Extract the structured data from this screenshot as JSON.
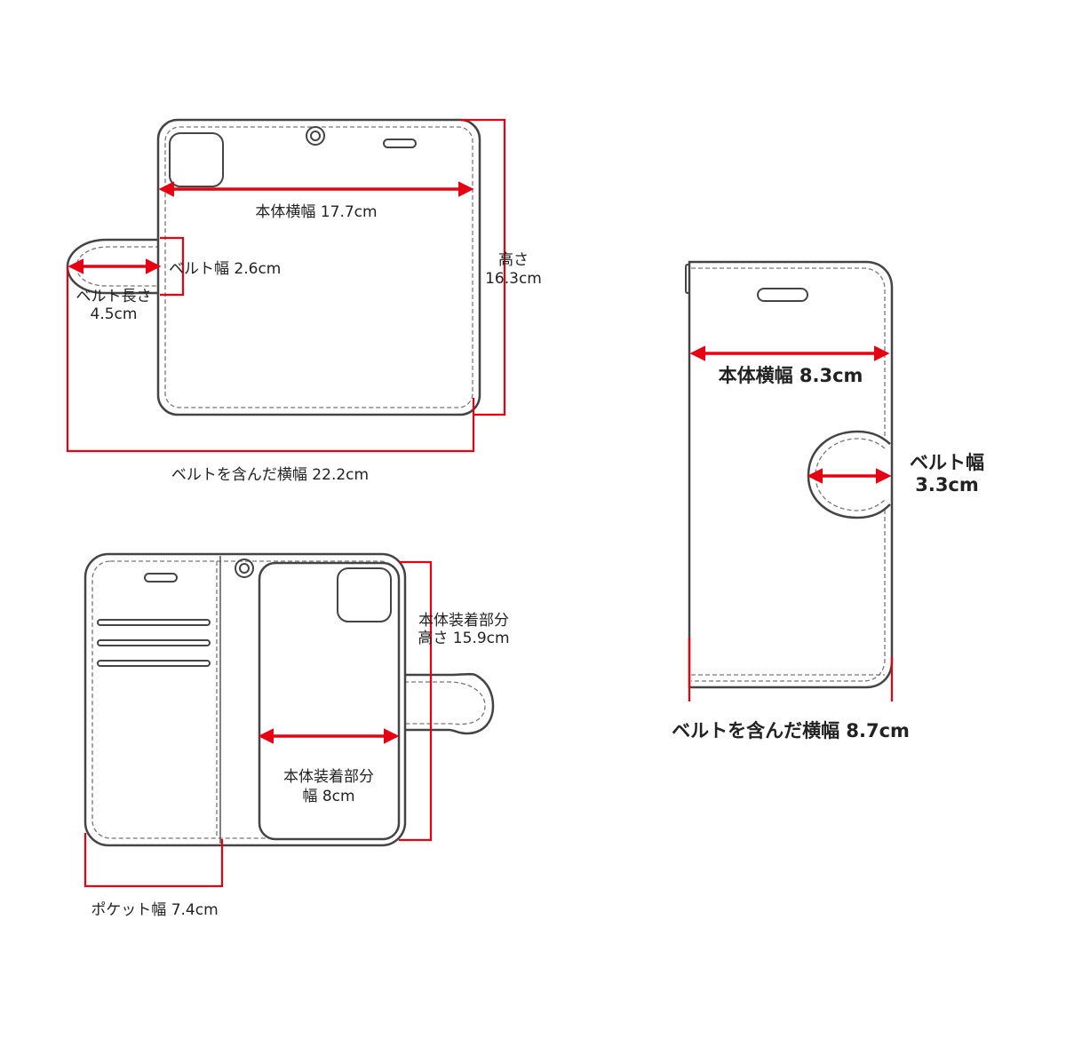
{
  "colors": {
    "accent": "#e60012",
    "outline": "#444444"
  },
  "views": {
    "open_back": {
      "body_width": "本体横幅 17.7cm",
      "belt_width": "ベルト幅 2.6cm",
      "belt_length_line1": "ベルト長さ",
      "belt_length_line2": "4.5cm",
      "height_line1": "高さ",
      "height_line2": "16.3cm",
      "total_width": "ベルトを含んだ横幅 22.2cm"
    },
    "open_inside": {
      "mount_height_line1": "本体装着部分",
      "mount_height_line2": "高さ 15.9cm",
      "mount_width_line1": "本体装着部分",
      "mount_width_line2": "幅 8cm",
      "pocket_width": "ポケット幅 7.4cm"
    },
    "closed_front": {
      "body_width": "本体横幅 8.3cm",
      "belt_width_line1": "ベルト幅",
      "belt_width_line2": "3.3cm",
      "total_width": "ベルトを含んだ横幅 8.7cm"
    }
  }
}
